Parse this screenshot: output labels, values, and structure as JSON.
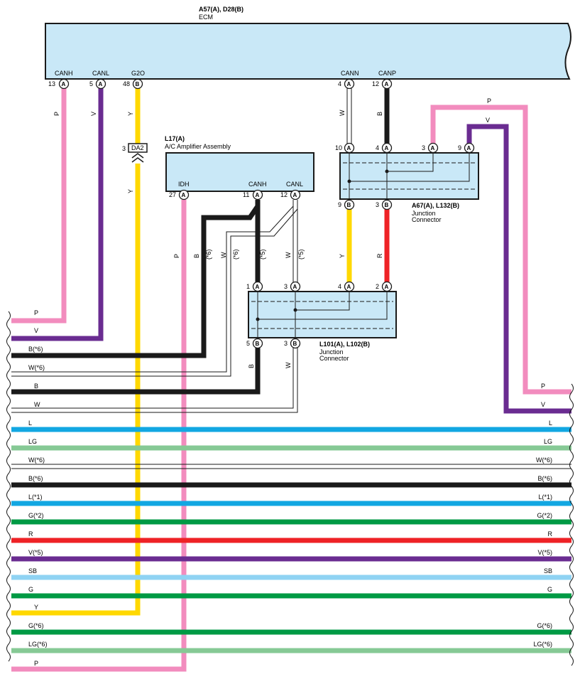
{
  "ecm": {
    "code": "A57(A), D28(B)",
    "name": "ECM",
    "pins": [
      {
        "label": "CANH",
        "num": "13",
        "conn": "A",
        "color": "P"
      },
      {
        "label": "CANL",
        "num": "5",
        "conn": "A",
        "color": "V"
      },
      {
        "label": "G2O",
        "num": "48",
        "conn": "B",
        "color": "Y"
      },
      {
        "label": "CANN",
        "num": "4",
        "conn": "A",
        "color": "W"
      },
      {
        "label": "CANP",
        "num": "12",
        "conn": "A",
        "color": "B"
      }
    ]
  },
  "da2": {
    "pin": "3",
    "label": "DA2",
    "wire_below": "Y"
  },
  "ac_amp": {
    "code": "L17(A)",
    "name": "A/C Amplifier Assembly",
    "pins": [
      {
        "label": "IDH",
        "num": "27",
        "conn": "A",
        "color": "P"
      },
      {
        "label": "CANH",
        "num": "11",
        "conn": "A",
        "color": "B",
        "note": "(*5)"
      },
      {
        "label": "CANL",
        "num": "12",
        "conn": "A",
        "color": "W",
        "note": "(*5)"
      }
    ],
    "branch_labels": [
      {
        "color": "B",
        "note": "(*6)"
      },
      {
        "color": "W",
        "note": "(*6)"
      }
    ]
  },
  "jc_a67": {
    "code": "A67(A), L132(B)",
    "name1": "Junction",
    "name2": "Connector",
    "top_pins": [
      {
        "num": "10",
        "conn": "A"
      },
      {
        "num": "4",
        "conn": "A"
      },
      {
        "num": "3",
        "conn": "A"
      },
      {
        "num": "9",
        "conn": "A"
      }
    ],
    "bottom_pins": [
      {
        "num": "9",
        "conn": "B",
        "color": "Y"
      },
      {
        "num": "3",
        "conn": "B",
        "color": "R"
      }
    ],
    "top_wires": [
      {
        "color": "P"
      },
      {
        "color": "V"
      }
    ]
  },
  "jc_l101": {
    "code": "L101(A), L102(B)",
    "name1": "Junction",
    "name2": "Connector",
    "top_pins": [
      {
        "num": "1",
        "conn": "A"
      },
      {
        "num": "3",
        "conn": "A"
      },
      {
        "num": "4",
        "conn": "A"
      },
      {
        "num": "2",
        "conn": "A"
      }
    ],
    "bottom_pins": [
      {
        "num": "5",
        "conn": "B",
        "color": "B"
      },
      {
        "num": "3",
        "conn": "B",
        "color": "W"
      }
    ]
  },
  "bus_left": [
    {
      "label": "P",
      "hex": "#f28cbe"
    },
    {
      "label": "V",
      "hex": "#6a2c91"
    },
    {
      "label": "B(*6)",
      "hex": "#1a1a1a"
    },
    {
      "label": "W(*6)",
      "hex": "#ffffff"
    },
    {
      "label": "B",
      "hex": "#1a1a1a"
    },
    {
      "label": "W",
      "hex": "#ffffff"
    }
  ],
  "bus_right_only": [
    {
      "label": "P",
      "hex": "#f28cbe"
    },
    {
      "label": "V",
      "hex": "#6a2c91"
    }
  ],
  "bus_through": [
    {
      "label": "L",
      "hex": "#12a7e2"
    },
    {
      "label": "LG",
      "hex": "#86c995"
    },
    {
      "label": "W(*6)",
      "hex": "#ffffff"
    },
    {
      "label": "B(*6)",
      "hex": "#1a1a1a"
    },
    {
      "label": "L(*1)",
      "hex": "#12a7e2"
    },
    {
      "label": "G(*2)",
      "hex": "#009a44"
    },
    {
      "label": "R",
      "hex": "#ee2226"
    },
    {
      "label": "V(*5)",
      "hex": "#6a2c91"
    },
    {
      "label": "SB",
      "hex": "#8fd3f3"
    },
    {
      "label": "G",
      "hex": "#009a44"
    }
  ],
  "bus_bottom_left": [
    {
      "label": "Y",
      "hex": "#ffd800"
    }
  ],
  "bus_through2": [
    {
      "label": "G(*6)",
      "hex": "#009a44"
    },
    {
      "label": "LG(*6)",
      "hex": "#86c995"
    }
  ],
  "bus_last": [
    {
      "label": "P",
      "hex": "#f28cbe"
    }
  ],
  "colors": {
    "box_fill": "#c9e8f7",
    "pink": "#f28cbe",
    "violet": "#6a2c91",
    "yellow": "#ffd800",
    "black": "#1a1a1a",
    "red": "#ee2226"
  }
}
